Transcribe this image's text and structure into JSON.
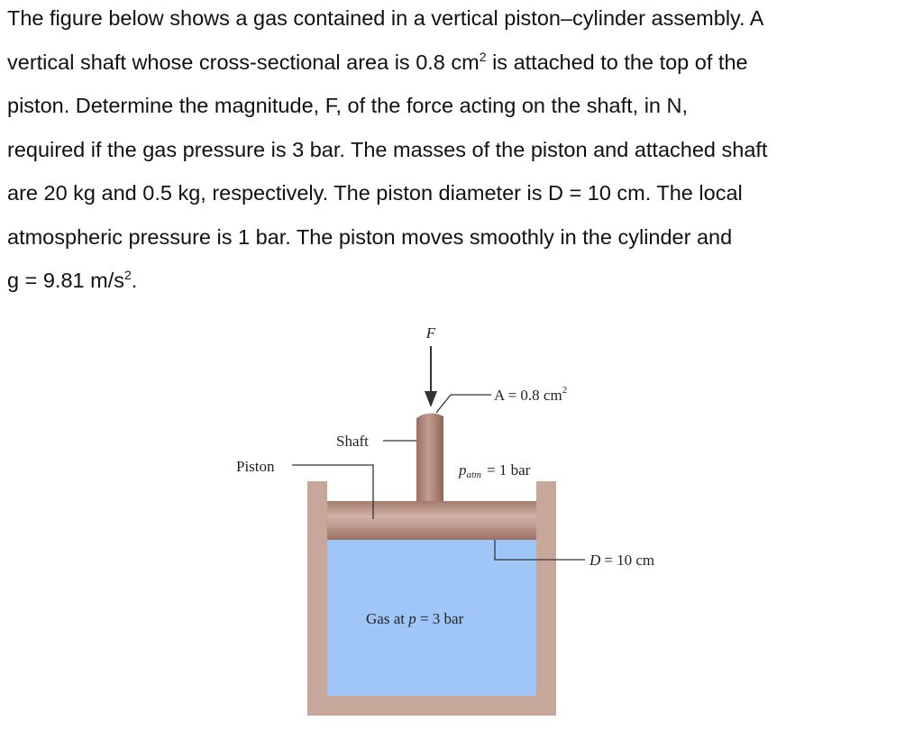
{
  "problem": {
    "lines": [
      {
        "text": "The figure below shows a gas contained in a vertical piston–cylinder assembly. A"
      },
      {
        "text": "vertical shaft whose cross-sectional area is 0.8 cm",
        "sup": "2",
        "tail": " is attached to the top of the"
      },
      {
        "text": "piston. Determine the magnitude, F, of the force acting on the shaft, in N,"
      },
      {
        "text": "required if the gas pressure is 3 bar. The masses of the piston and attached shaft"
      },
      {
        "text": "are 20 kg and 0.5 kg, respectively. The piston diameter is D = 10 cm. The local"
      },
      {
        "text": "atmospheric pressure is 1 bar. The piston moves smoothly in the cylinder and"
      },
      {
        "text": "g = 9.81 m/s",
        "sup": "2",
        "tail": "."
      }
    ]
  },
  "figure": {
    "force_label": "F",
    "area_label": "A = 0.8 cm",
    "area_sup": "2",
    "shaft_label": "Shaft",
    "piston_label": "Piston",
    "patm_symbol": "p",
    "patm_sub": "atm",
    "patm_value": "= 1 bar",
    "diameter_symbol": "D",
    "diameter_value": "= 10 cm",
    "gas_prefix": "Gas at ",
    "gas_symbol": "p",
    "gas_value": " = 3 bar",
    "colors": {
      "cylinder_wall": "#c8a79b",
      "piston": "#b0857a",
      "shaft": "#a77a6c",
      "gas": "#a0c6f7",
      "arrow": "#333333"
    }
  }
}
